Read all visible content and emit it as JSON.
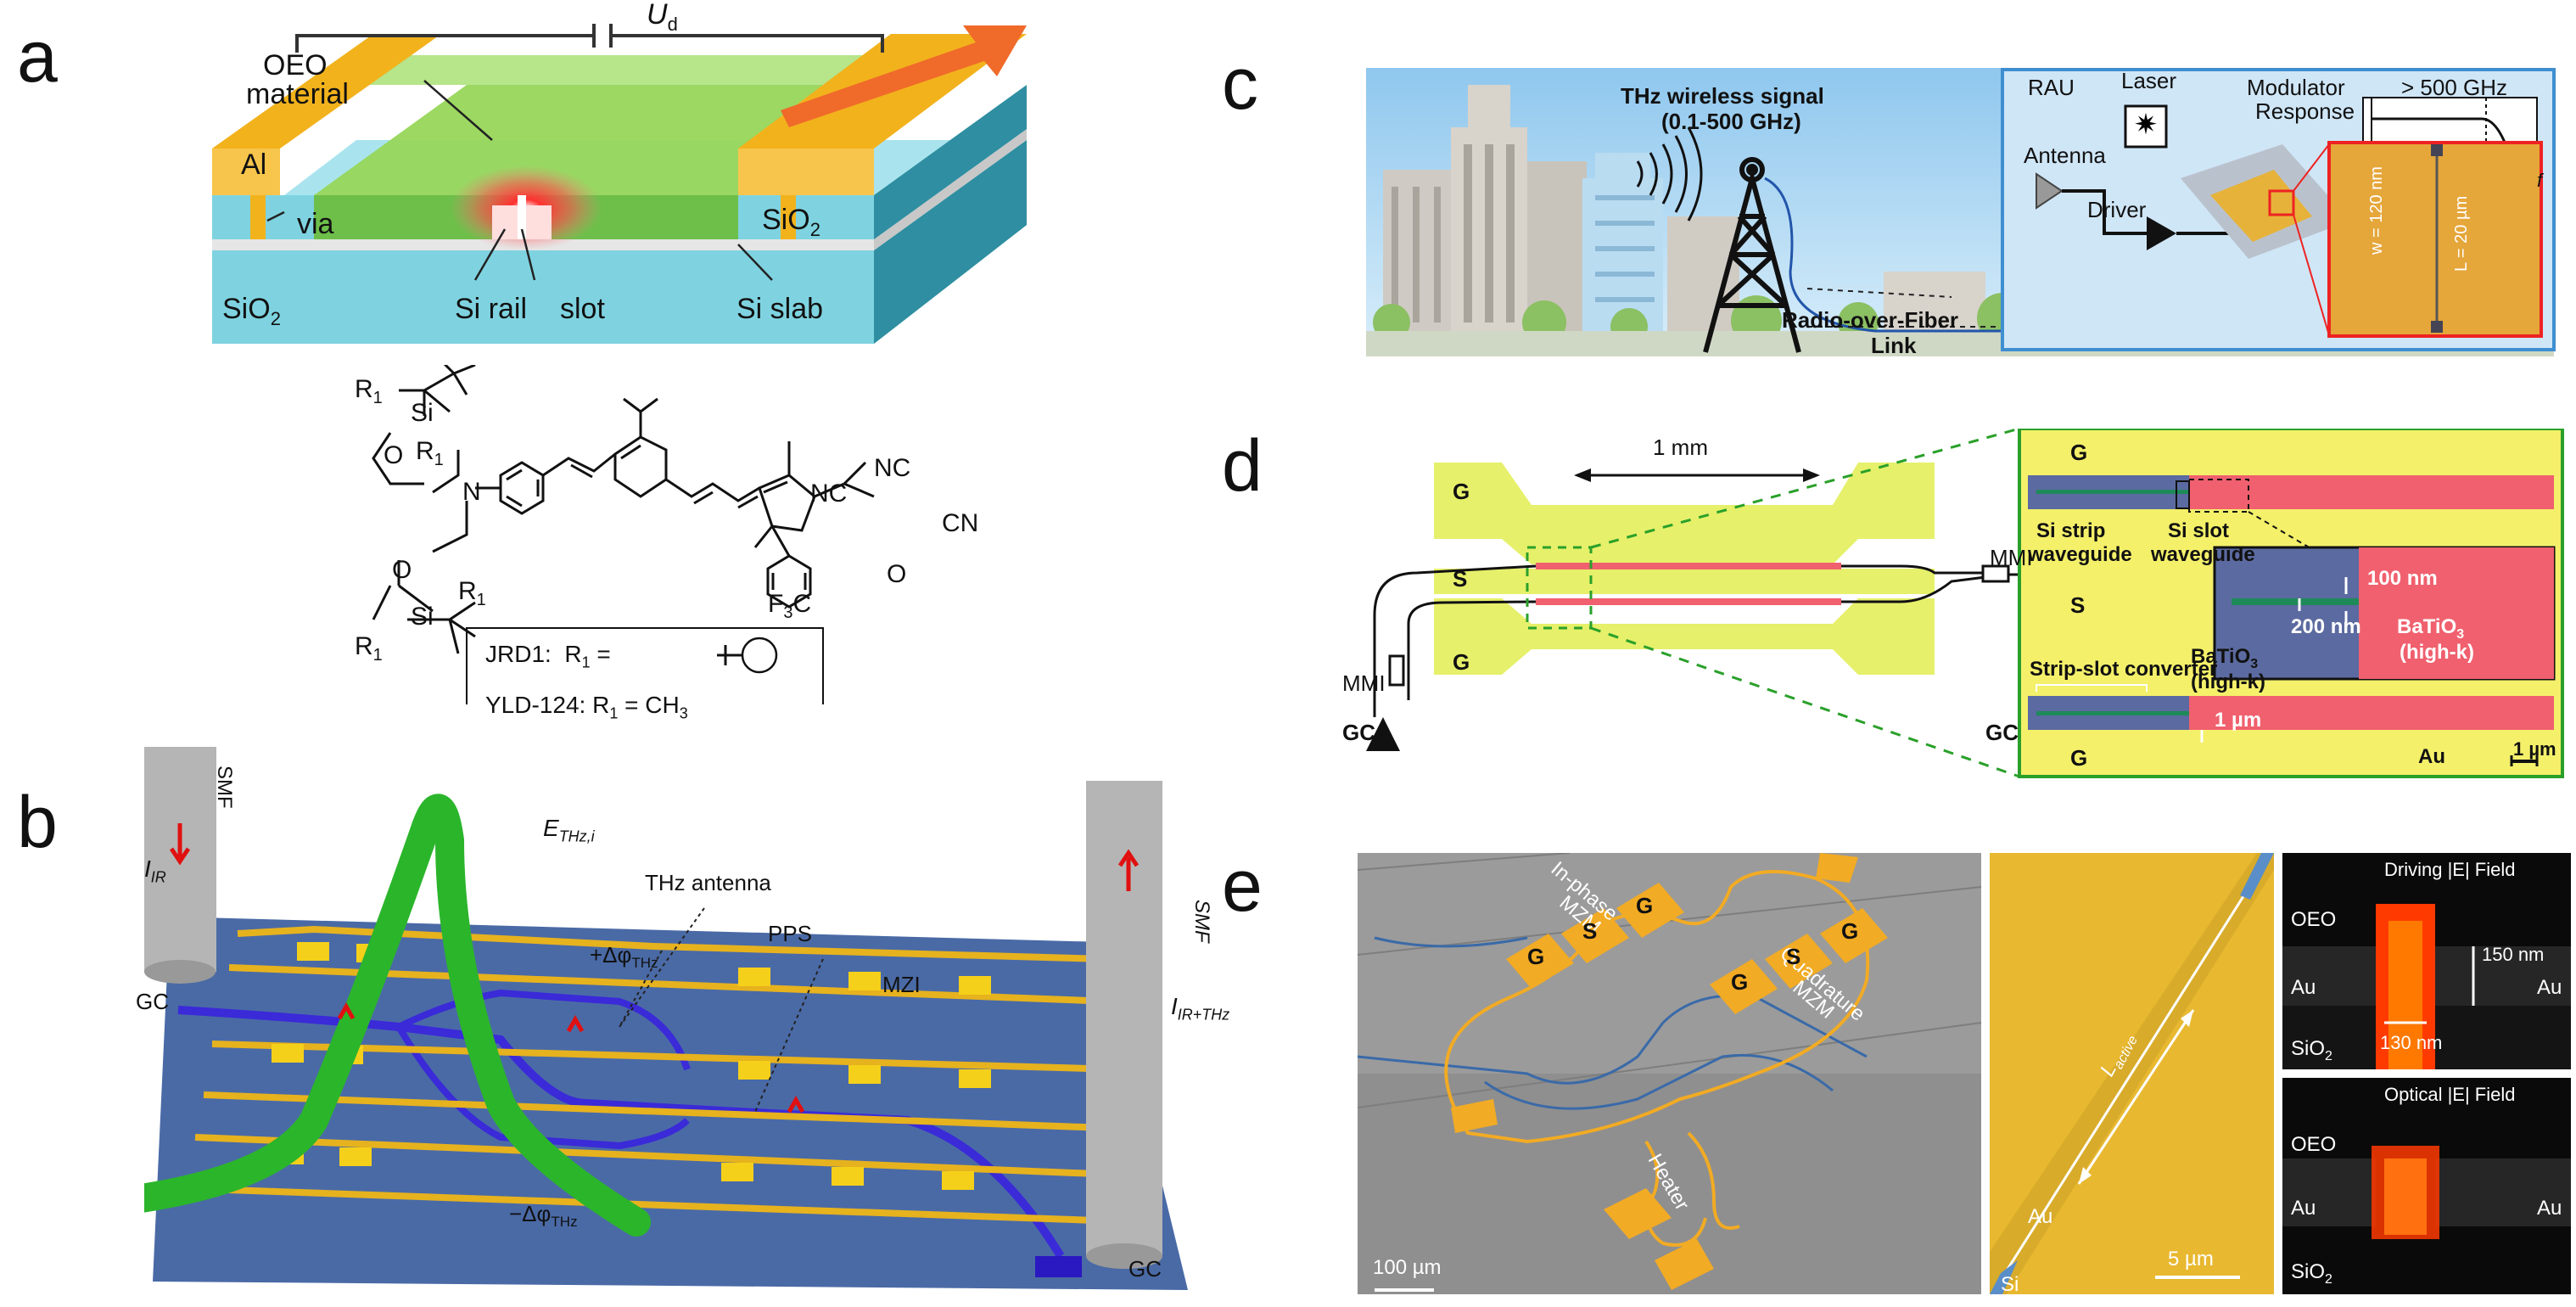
{
  "panel_labels": {
    "a": "a",
    "b": "b",
    "c": "c",
    "d": "d",
    "e": "e"
  },
  "panel_a": {
    "oeo_material_line1": "OEO",
    "oeo_material_line2": "material",
    "voltage": "U",
    "voltage_sub": "d",
    "al": "Al",
    "via": "via",
    "sio2_right": "SiO",
    "sio2_right_sub": "2",
    "sio2_bottom": "SiO",
    "sio2_bottom_sub": "2",
    "si_rail": "Si rail",
    "slot": "slot",
    "si_slab": "Si slab",
    "molecule": {
      "r1": "R",
      "r1_sub": "1",
      "si": "Si",
      "o": "O",
      "n": "N",
      "nc1": "NC",
      "nc2": "NC",
      "cn": "CN",
      "f3c": "F",
      "f3c_sub": "3",
      "f3c_c": "C",
      "legend_jrd1": "JRD1:",
      "legend_jrd1_r": "R",
      "legend_jrd1_sub": "1",
      "legend_jrd1_eq": " =",
      "legend_yld": "YLD-124:",
      "legend_yld_r": "R",
      "legend_yld_sub": "1",
      "legend_yld_eq": " = CH",
      "legend_yld_sub2": "3"
    }
  },
  "panel_b": {
    "smf_left": "SMF",
    "smf_right": "SMF",
    "i_ir": "I",
    "i_ir_sub": "IR",
    "i_ir_thz": "I",
    "i_ir_thz_sub": "IR+THz",
    "e_thz": "E",
    "e_thz_sub": "THz,i",
    "thz_antenna": "THz antenna",
    "pps": "PPS",
    "mzi": "MZI",
    "plus_phi": "+Δφ",
    "plus_phi_sub": "THz",
    "minus_phi": "−Δφ",
    "minus_phi_sub": "THz",
    "gc_left": "GC",
    "gc_right": "GC"
  },
  "panel_c": {
    "thz_signal_line1": "THz wireless signal",
    "thz_signal_line2": "(0.1-500 GHz)",
    "rau": "RAU",
    "laser": "Laser",
    "modulator_line1": "Modulator",
    "modulator_line2": "Response",
    "bandwidth": "> 500 GHz",
    "freq_axis": "f",
    "antenna": "Antenna",
    "driver": "Driver",
    "width": "w = 120 nm",
    "length": "L = 20 µm",
    "rof_line1": "Radio-over-Fiber",
    "rof_line2": "Link"
  },
  "panel_d": {
    "g_top": "G",
    "s_mid": "S",
    "g_bottom": "G",
    "length": "1 mm",
    "mmi_left": "MMI",
    "mmi_right": "MMI",
    "gc_left": "GC",
    "gc_right": "GC",
    "z_g_top": "G",
    "z_s": "S",
    "z_g_bottom": "G",
    "si_strip_line1": "Si strip",
    "si_strip_line2": "waveguide",
    "si_slot_line1": "Si slot",
    "si_slot_line2": "waveguide",
    "dim_100": "100 nm",
    "dim_200": "200 nm",
    "batio3_inset": "BaTiO",
    "batio3_inset_sub": "3",
    "high_k_inset": "(high-k)",
    "batio3": "BaTiO",
    "batio3_sub": "3",
    "high_k": "(high-k)",
    "strip_slot_converter": "Strip-slot converter",
    "dim_1um": "1 µm",
    "au": "Au",
    "scale": "1 µm"
  },
  "panel_e": {
    "in_phase_line1": "In-phase",
    "in_phase_line2": "MZM",
    "quadrature_line1": "Quadrature",
    "quadrature_line2": "MZM",
    "heater": "Heater",
    "pads": [
      "G",
      "S",
      "G",
      "G",
      "S",
      "G"
    ],
    "scale_left": "100 µm",
    "l_active": "L",
    "l_active_sub": "active",
    "au_label": "Au",
    "si_label": "Si",
    "scale_mid": "5 µm",
    "driving_field": "Driving |E| Field",
    "optical_field": "Optical |E| Field",
    "oeo1": "OEO",
    "au1_left": "Au",
    "au1_right": "Au",
    "dim_150": "150 nm",
    "dim_130": "130 nm",
    "sio2_1": "SiO",
    "sio2_1_sub": "2",
    "oeo2": "OEO",
    "au2_left": "Au",
    "au2_right": "Au",
    "sio2_2": "SiO",
    "sio2_2_sub": "2"
  },
  "colors": {
    "gold": "#f2b21c",
    "cyan": "#7fd3e0",
    "green_oeo": "#97d65a",
    "navy_substrate": "#4a6aa6",
    "red_batio3": "#f0606e",
    "yellow_pad": "#e9f06a",
    "sem_gray": "#8a8a8a",
    "field_red": "#ff2a00"
  }
}
